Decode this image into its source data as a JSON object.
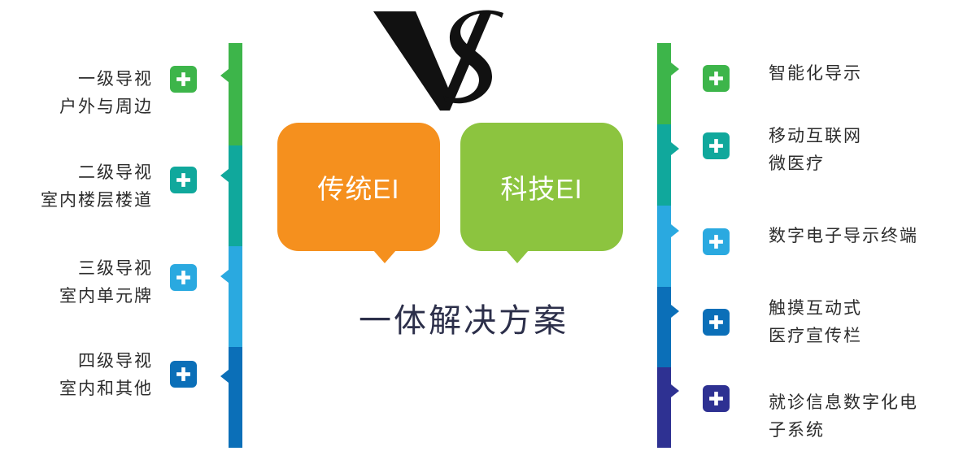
{
  "title_glyph": "VS",
  "subtitle": "一体解决方案",
  "bubbles": {
    "left": "传统EI",
    "right": "科技EI"
  },
  "colors": {
    "green": "#3db54a",
    "teal": "#10a89c",
    "light_blue": "#2aa9e0",
    "blue": "#0b6fb8",
    "indigo": "#2e3192",
    "orange": "#f5901e",
    "lime": "#8cc43f"
  },
  "left_items": [
    {
      "label": "一级导视\n户外与周边",
      "color": "#3db54a"
    },
    {
      "label": "二级导视\n室内楼层楼道",
      "color": "#10a89c"
    },
    {
      "label": "三级导视\n室内单元牌",
      "color": "#2aa9e0"
    },
    {
      "label": "四级导视\n室内和其他",
      "color": "#0b6fb8"
    }
  ],
  "right_items": [
    {
      "label": "智能化导示",
      "color": "#3db54a"
    },
    {
      "label": "移动互联网\n微医疗",
      "color": "#10a89c"
    },
    {
      "label": "数字电子导示终端",
      "color": "#2aa9e0"
    },
    {
      "label": "触摸互动式\n医疗宣传栏",
      "color": "#0b6fb8"
    },
    {
      "label": "就诊信息数字化电\n子系统",
      "color": "#2e3192"
    }
  ],
  "icon": "plus-icon"
}
